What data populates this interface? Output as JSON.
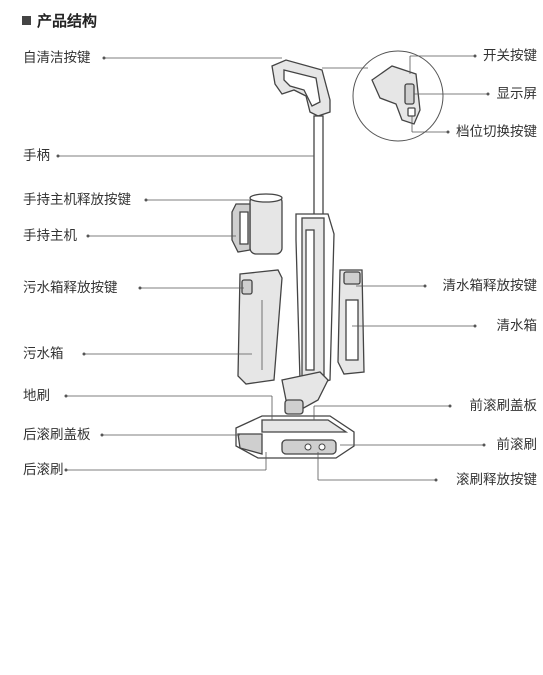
{
  "section_title": "产品结构",
  "labels": {
    "self_clean_button": "自清洁按键",
    "handle": "手柄",
    "handheld_release_button": "手持主机释放按键",
    "handheld_unit": "手持主机",
    "dirty_tank_release_button": "污水箱释放按键",
    "dirty_water_tank": "污水箱",
    "floor_brush": "地刷",
    "rear_roller_cover": "后滚刷盖板",
    "rear_roller": "后滚刷",
    "power_button": "开关按键",
    "display": "显示屏",
    "mode_switch_button": "档位切换按键",
    "clean_tank_release_button": "清水箱释放按键",
    "clean_water_tank": "清水箱",
    "front_roller_cover": "前滚刷盖板",
    "front_roller": "前滚刷",
    "roller_release_button": "滚刷释放按键"
  }
}
